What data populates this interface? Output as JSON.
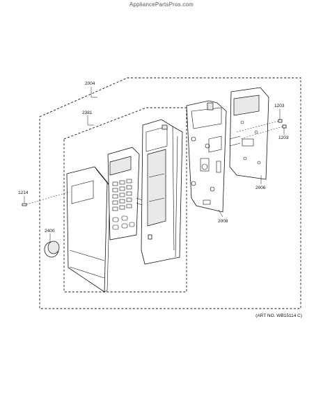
{
  "header": {
    "watermark": "AppliancePartsPros.com"
  },
  "diagram": {
    "art_number": "(ART NO. WB15114 C)",
    "callouts": [
      {
        "id": "2004",
        "label": "2004"
      },
      {
        "id": "2381",
        "label": "2381"
      },
      {
        "id": "1214",
        "label": "1214"
      },
      {
        "id": "2400",
        "label": "2400"
      },
      {
        "id": "1203a",
        "label": "1203"
      },
      {
        "id": "1203b",
        "label": "1203"
      },
      {
        "id": "2006",
        "label": "2006"
      },
      {
        "id": "2008",
        "label": "2008"
      }
    ]
  }
}
